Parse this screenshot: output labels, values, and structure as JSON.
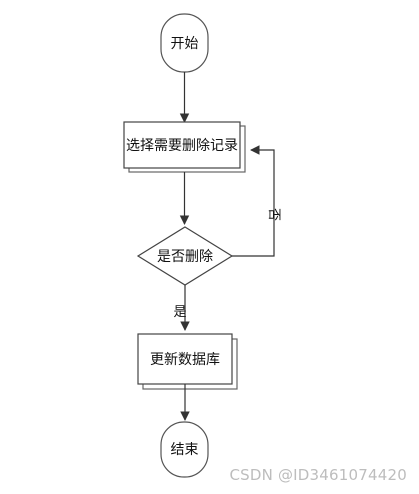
{
  "flowchart": {
    "start": "开始",
    "select_record": "选择需要删除记录",
    "confirm_delete": "是否删除",
    "update_db": "更新数据库",
    "end": "结束",
    "label_no": "否",
    "label_yes": "是"
  },
  "watermark": "CSDN @ID3461074420"
}
